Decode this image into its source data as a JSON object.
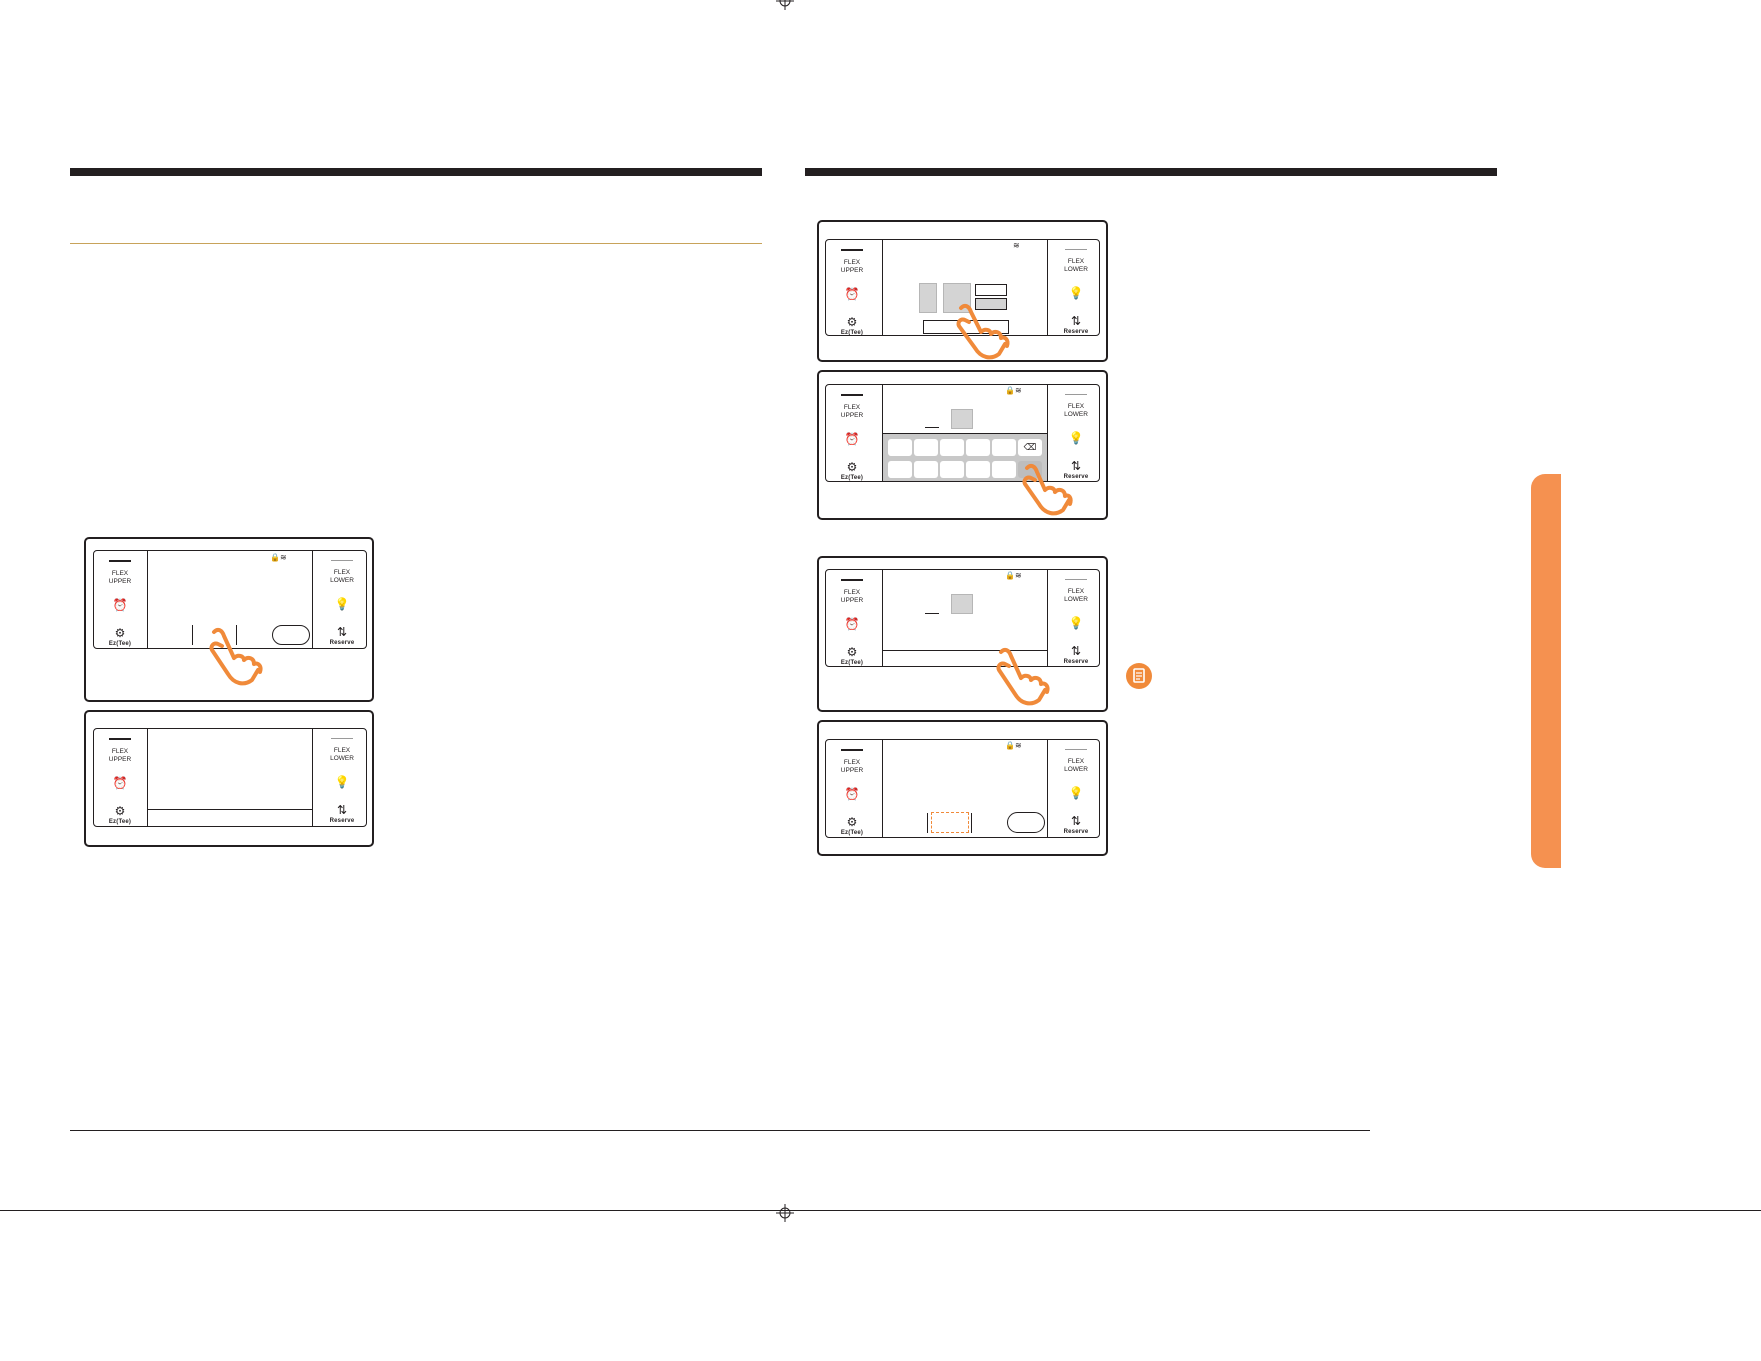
{
  "icons": {
    "registration_mark": "registration-crosshair-icon",
    "alarm": "alarm-clock-icon",
    "settings": "gear-icon",
    "light": "light-bulb-icon",
    "reserve": "reserve-door-icon",
    "wifi": "wifi-icon",
    "lock": "lock-icon",
    "backspace": "backspace-icon",
    "hand": "pointing-hand-icon",
    "note": "note-document-icon"
  },
  "colors": {
    "accent_orange": "#f59150",
    "hand_orange": "#f08a3a",
    "gold_rule": "#c8a35a",
    "ink": "#231f20"
  },
  "panel_labels": {
    "left_title": "FLEX\nUPPER",
    "right_title": "FLEX\nLOWER",
    "left_sub": "Ez(Tee)",
    "right_sub": "Reserve"
  },
  "footer": {
    "bottom_text": "..."
  }
}
